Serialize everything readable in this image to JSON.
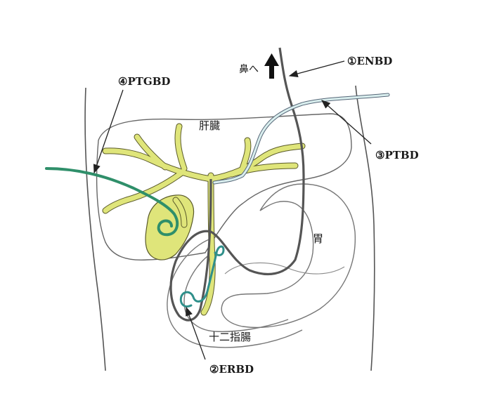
{
  "labels": {
    "enbd": "①ENBD",
    "erbd": "②ERBD",
    "ptbd": "③PTBD",
    "ptgbd": "④PTGBD",
    "to_nose": "鼻へ",
    "liver": "肝臓",
    "stomach": "胃",
    "duodenum": "十二指腸"
  },
  "colors": {
    "outline": "#555555",
    "bile_duct": "#dfe57a",
    "bile_duct_stroke": "#5a5a2a",
    "enbd_tube": "#555555",
    "erbd_stent": "#2f8f8a",
    "ptbd_tube": "#bfe0df",
    "ptgbd_tube": "#2f8f6a"
  }
}
